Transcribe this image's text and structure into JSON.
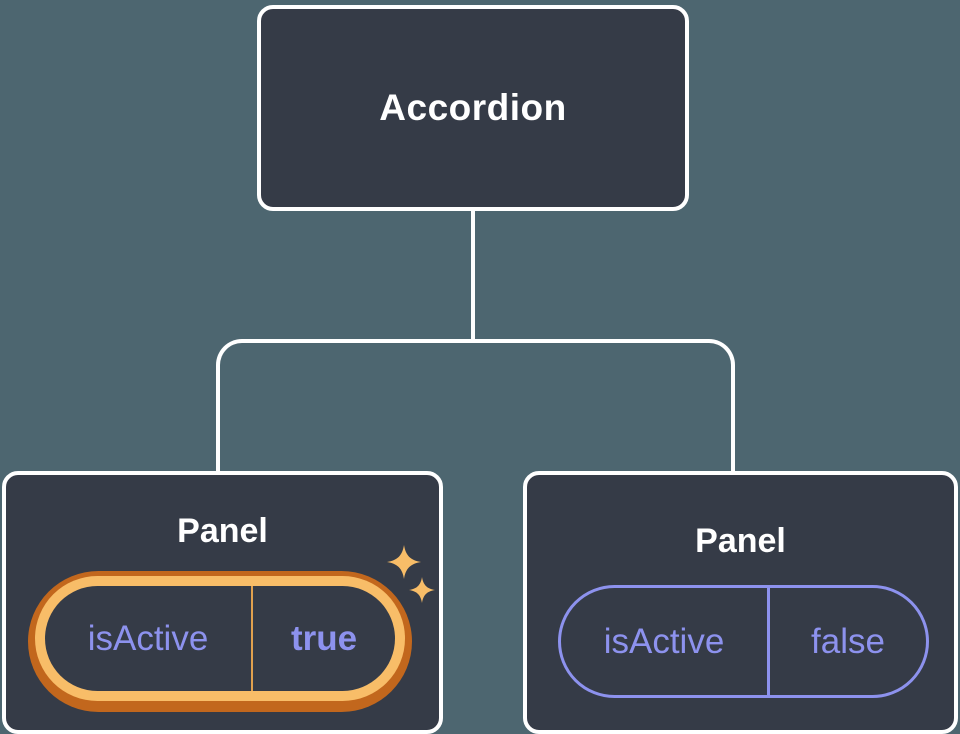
{
  "diagram": {
    "root": {
      "label": "Accordion"
    },
    "panels": [
      {
        "title": "Panel",
        "prop": {
          "name": "isActive",
          "value": "true"
        },
        "active": true,
        "highlight_icon": "sparkles-icon"
      },
      {
        "title": "Panel",
        "prop": {
          "name": "isActive",
          "value": "false"
        },
        "active": false
      }
    ]
  },
  "icons": [
    {
      "name": "sparkle-large-icon",
      "shape": "four-point-star",
      "glyph": "✦",
      "color": "#f8bd68"
    },
    {
      "name": "sparkle-small-icon",
      "shape": "four-point-star",
      "glyph": "✦",
      "color": "#f8bd68"
    }
  ],
  "colors": {
    "background": "#4d6670",
    "card": "#353b47",
    "border": "#ffffff",
    "connector": "#ffffff",
    "purple": "#8d92ee",
    "gold": "#f8bd68",
    "orange": "#c2671d",
    "divider_gold": "#e1a14e",
    "title_text": "#ffffff"
  }
}
